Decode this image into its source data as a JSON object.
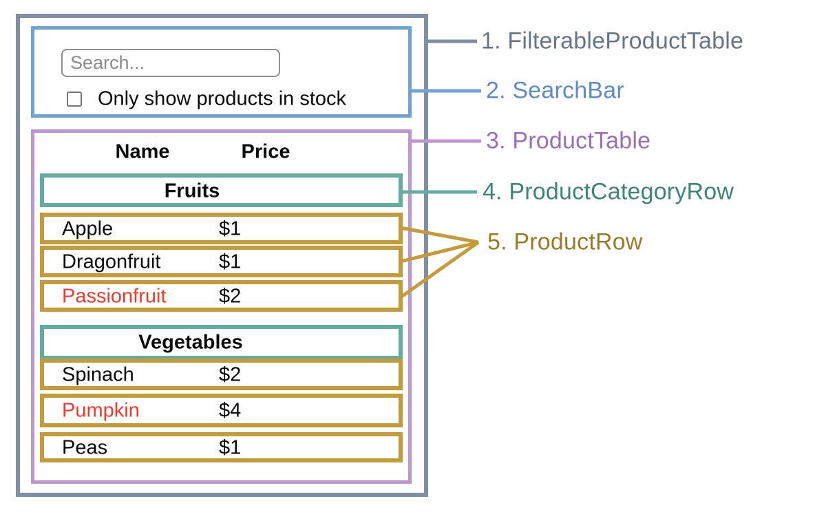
{
  "diagram": {
    "legend_labels": [
      {
        "text": "1. FilterableProductTable",
        "color": "#66758c"
      },
      {
        "text": "2. SearchBar",
        "color": "#5d8cc4"
      },
      {
        "text": "3. ProductTable",
        "color": "#9a6fb3"
      },
      {
        "text": "4. ProductCategoryRow",
        "color": "#3e8577"
      },
      {
        "text": "5. ProductRow",
        "color": "#9a7b26"
      }
    ],
    "box_border_colors": {
      "filterable_product_table": "#7f8ea4",
      "search_bar": "#6fa2d9",
      "product_table": "#bd95d2",
      "product_category_row": "#62ad9d",
      "product_row": "#c59b3a"
    },
    "out_of_stock_text_color": "#f33a2a"
  },
  "search_bar": {
    "placeholder": "Search...",
    "checkbox_checked": false,
    "checkbox_label": "Only show products in stock"
  },
  "product_table": {
    "headers": {
      "name": "Name",
      "price": "Price"
    },
    "sections": [
      {
        "category": "Fruits",
        "rows": [
          {
            "name": "Apple",
            "price": "$1",
            "out_of_stock": false
          },
          {
            "name": "Dragonfruit",
            "price": "$1",
            "out_of_stock": false
          },
          {
            "name": "Passionfruit",
            "price": "$2",
            "out_of_stock": true
          }
        ]
      },
      {
        "category": "Vegetables",
        "rows": [
          {
            "name": "Spinach",
            "price": "$2",
            "out_of_stock": false
          },
          {
            "name": "Pumpkin",
            "price": "$4",
            "out_of_stock": true
          },
          {
            "name": "Peas",
            "price": "$1",
            "out_of_stock": false
          }
        ]
      }
    ]
  }
}
